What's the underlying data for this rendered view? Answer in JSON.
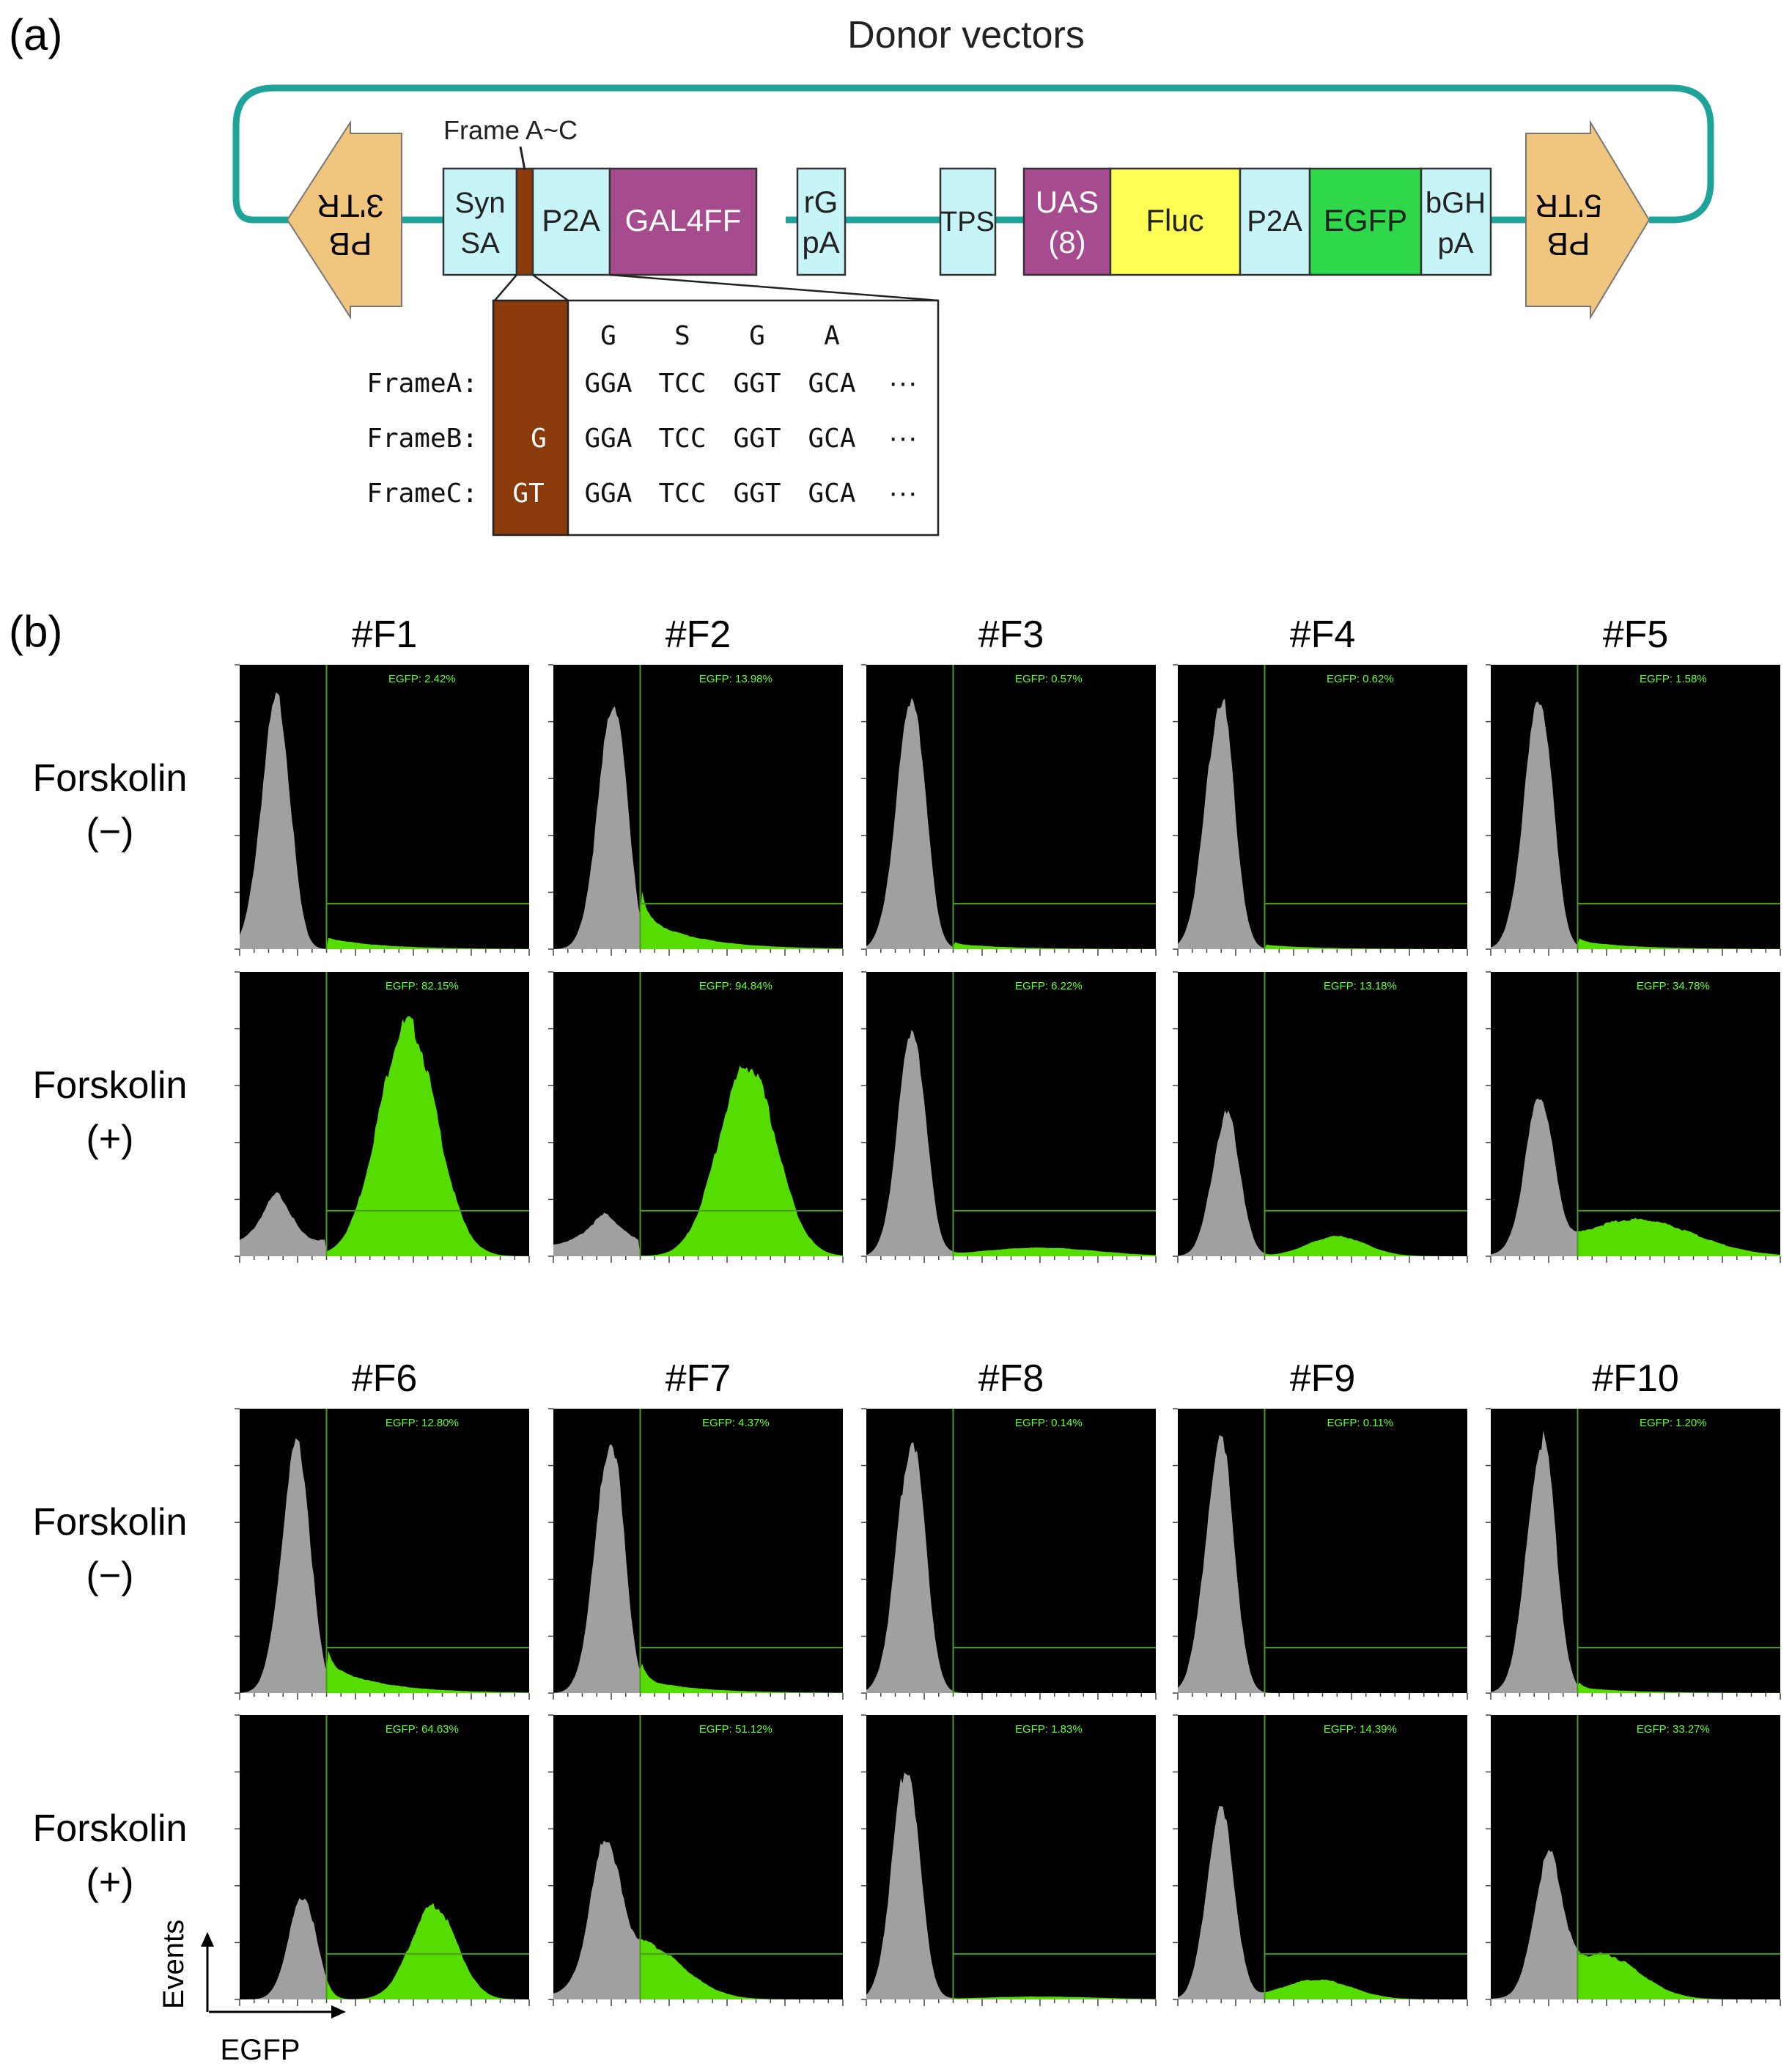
{
  "panel_a": {
    "label": "(a)",
    "title": "Donor vectors",
    "frame_label": "Frame A~C",
    "colors": {
      "backbone": "#1ea39a",
      "pb_arrow": "#f0c57e",
      "cyan_box": "#c7f4f7",
      "magenta_box": "#a64b8d",
      "fluc": "#ffff55",
      "egfp": "#2ed84a",
      "frame_brown": "#8b3a0b"
    },
    "pb_left": {
      "line1": "PB",
      "line2": "3'TR"
    },
    "pb_right": {
      "line1": "PB",
      "line2": "5'TR"
    },
    "elements": {
      "synsa": {
        "line1": "Syn",
        "line2": "SA"
      },
      "p2a_1": "P2A",
      "gal4ff": "GAL4FF",
      "rgpa": {
        "line1": "rG",
        "line2": "pA"
      },
      "tps": "TPS",
      "uas": {
        "line1": "UAS",
        "line2": "(8)"
      },
      "fluc": "Fluc",
      "p2a_2": "P2A",
      "egfp": "EGFP",
      "bghpa": {
        "line1": "bGH",
        "line2": "pA"
      }
    },
    "codon_header": [
      "G",
      "S",
      "G",
      "A"
    ],
    "frames": [
      {
        "name": "FrameA:",
        "insert": "",
        "codons": [
          "GGA",
          "TCC",
          "GGT",
          "GCA"
        ]
      },
      {
        "name": "FrameB:",
        "insert": "G",
        "codons": [
          "GGA",
          "TCC",
          "GGT",
          "GCA"
        ]
      },
      {
        "name": "FrameC:",
        "insert": "GT",
        "codons": [
          "GGA",
          "TCC",
          "GGT",
          "GCA"
        ]
      }
    ],
    "ellipsis": "···"
  },
  "panel_b": {
    "label": "(b)",
    "row_labels": {
      "minus": {
        "line1": "Forskolin",
        "line2": "(−)"
      },
      "plus": {
        "line1": "Forskolin",
        "line2": "(+)"
      }
    },
    "x_axis_label": "EGFP",
    "y_axis_label": "Events",
    "colors": {
      "negative": "#a0a0a0",
      "positive": "#55dd00",
      "gate": "#4c9a1c",
      "gate_text": "#66ff33"
    },
    "clones": [
      {
        "name": "#F1",
        "minus": "EGFP: 2.42%",
        "plus": "EGFP: 82.15%"
      },
      {
        "name": "#F2",
        "minus": "EGFP: 13.98%",
        "plus": "EGFP: 94.84%"
      },
      {
        "name": "#F3",
        "minus": "EGFP: 0.57%",
        "plus": "EGFP: 6.22%"
      },
      {
        "name": "#F4",
        "minus": "EGFP: 0.62%",
        "plus": "EGFP: 13.18%"
      },
      {
        "name": "#F5",
        "minus": "EGFP: 1.58%",
        "plus": "EGFP: 34.78%"
      },
      {
        "name": "#F6",
        "minus": "EGFP: 12.80%",
        "plus": "EGFP: 64.63%"
      },
      {
        "name": "#F7",
        "minus": "EGFP: 4.37%",
        "plus": "EGFP: 51.12%"
      },
      {
        "name": "#F8",
        "minus": "EGFP: 0.14%",
        "plus": "EGFP: 1.83%"
      },
      {
        "name": "#F9",
        "minus": "EGFP: 0.11%",
        "plus": "EGFP: 14.39%"
      },
      {
        "name": "#F10",
        "minus": "EGFP: 1.20%",
        "plus": "EGFP: 33.27%"
      }
    ]
  }
}
